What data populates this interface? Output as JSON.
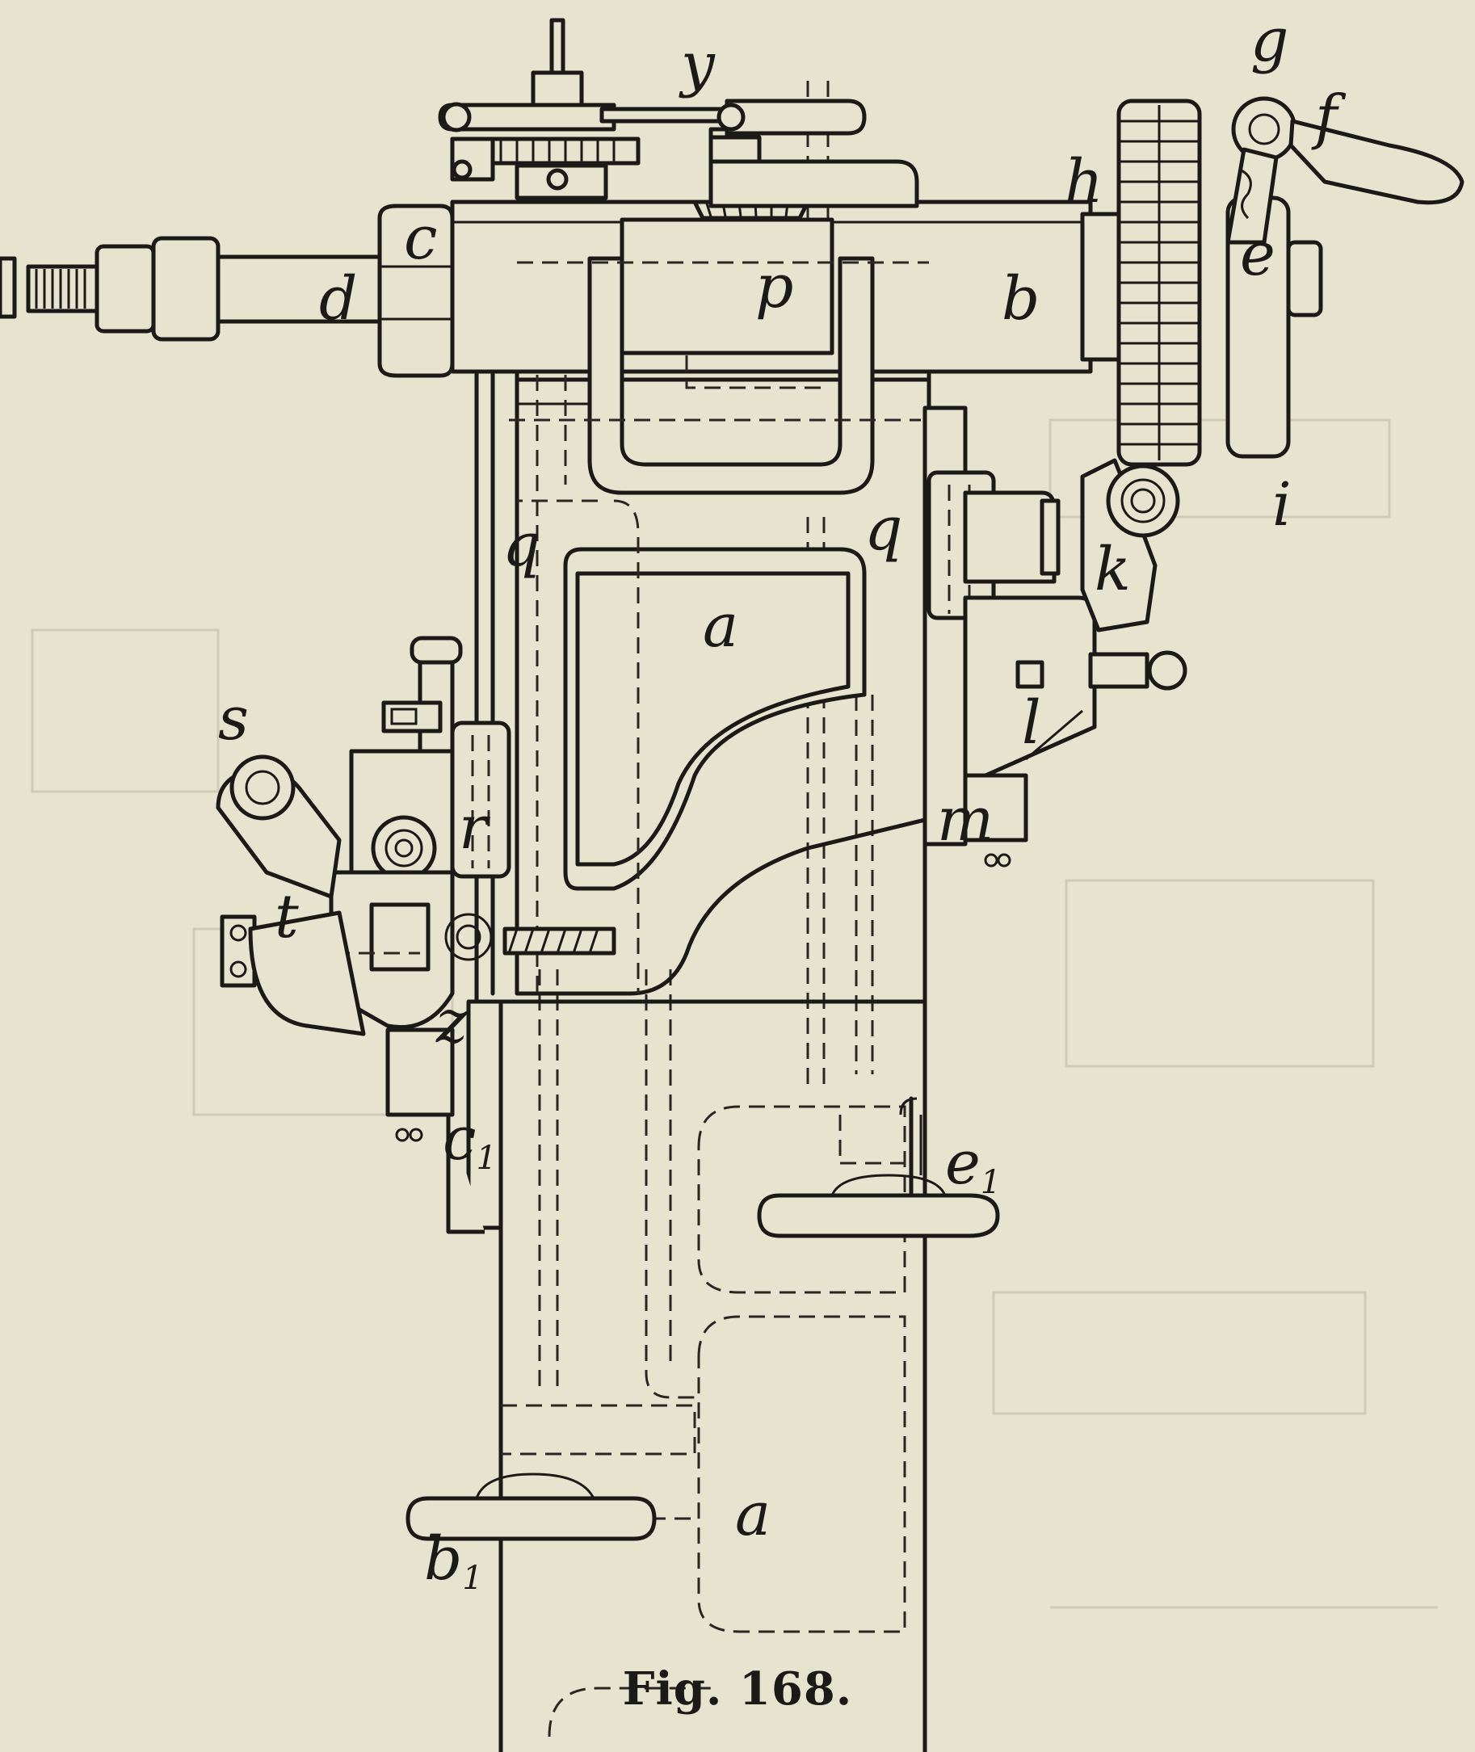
{
  "figure": {
    "caption": "Fig. 168.",
    "labels": {
      "a_upper": "a",
      "a_lower": "a",
      "b": "b",
      "c": "c",
      "c1": "c",
      "c1_sub": "1",
      "d": "d",
      "e": "e",
      "e1": "e",
      "e1_sub": "1",
      "f": "f",
      "g": "g",
      "h": "h",
      "i": "i",
      "k": "k",
      "l": "l",
      "m": "m",
      "p": "p",
      "q_left": "q",
      "q_right": "q",
      "r": "r",
      "s": "s",
      "t": "t",
      "y": "y",
      "z": "z",
      "b1": "b",
      "b1_sub": "1"
    }
  }
}
